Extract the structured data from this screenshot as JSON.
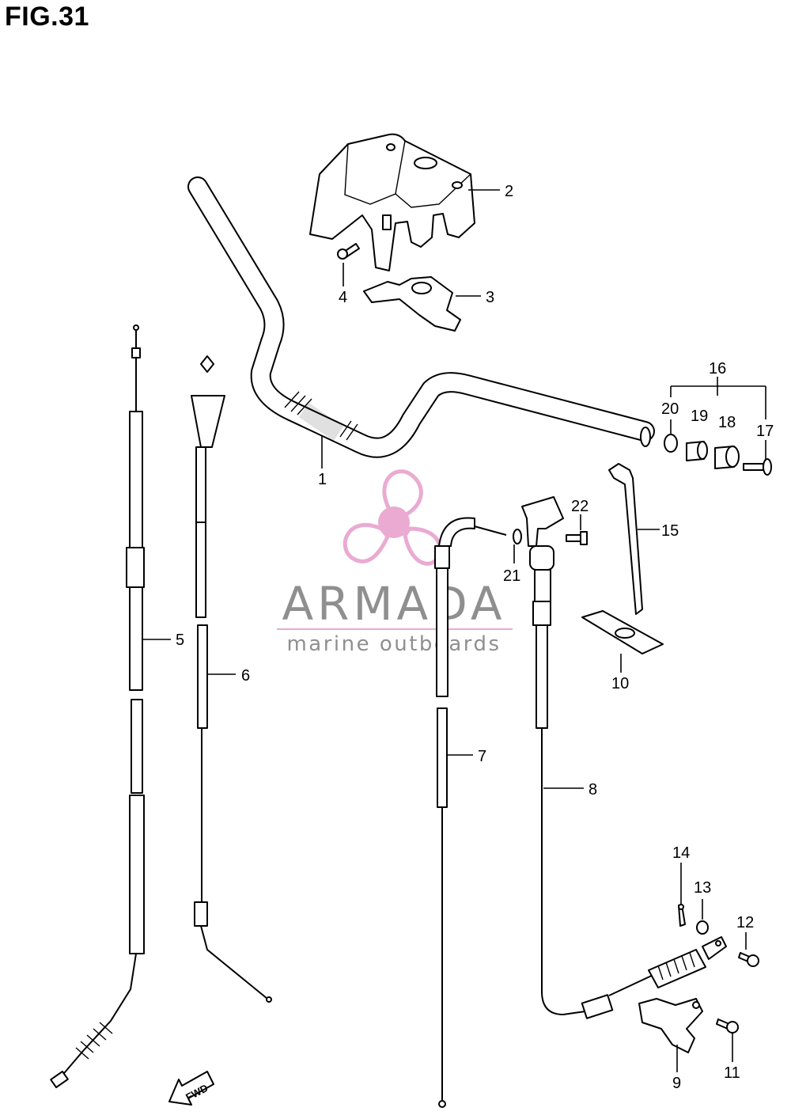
{
  "figure": {
    "title": "FIG.31"
  },
  "watermark": {
    "brand": "ARMADA",
    "tagline": "marine outboards",
    "colors": {
      "logo": "#e9a6cf",
      "text": "#8a8a8a"
    }
  },
  "direction_marker": {
    "text": "FWD",
    "icon": "arrow-left-down"
  },
  "callouts": {
    "handlebar": "1",
    "handlebar_cover": "2",
    "cover_bracket": "3",
    "cover_screw": "4",
    "cable_5": "5",
    "cable_6": "6",
    "cable_7": "7",
    "cable_8": "8",
    "lever_bracket": "9",
    "holder_10": "10",
    "bolt_11": "11",
    "bolt_12": "12",
    "washer_13": "13",
    "cotter_pin_14": "14",
    "cable_band_15": "15",
    "end_set_16": "16",
    "end_screw_17": "17",
    "end_weight_18": "18",
    "end_bush_19": "19",
    "end_washer_20": "20",
    "washer_21": "21",
    "screw_22": "22"
  }
}
